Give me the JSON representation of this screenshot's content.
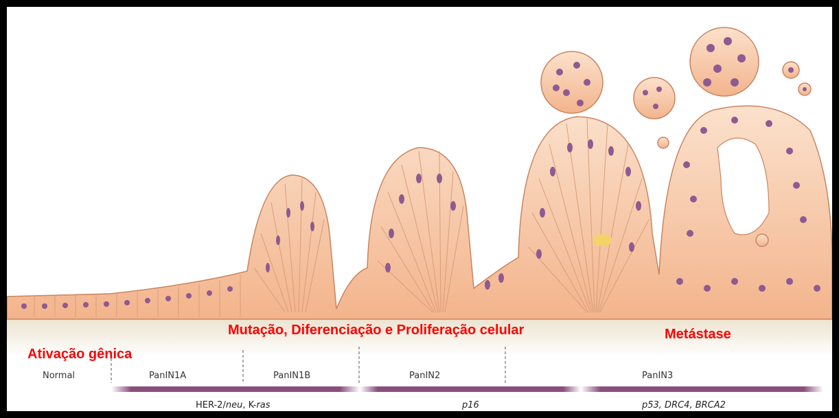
{
  "overlays": {
    "activation": "Ativação gênica",
    "mutation": "Mutação, Diferenciação e Proliferação celular",
    "metastasis": "Metástase"
  },
  "stages": [
    "Normal",
    "PanIN1A",
    "PanIN1B",
    "PanIN2",
    "PanIN3"
  ],
  "genes": {
    "g1_plain": "HER-2/",
    "g1_italic": "neu",
    "g1_mid": ", K-",
    "g1_italic2": "ras",
    "g2": "p16",
    "g3": "p53, DRC4, BRCA2"
  },
  "colors": {
    "cell_fill": "#f7c9a6",
    "cell_edge": "#c9845f",
    "nucleus": "#8e5a91",
    "gene_bar": "#8a4f7d",
    "overlay_text": "#ff0000"
  }
}
